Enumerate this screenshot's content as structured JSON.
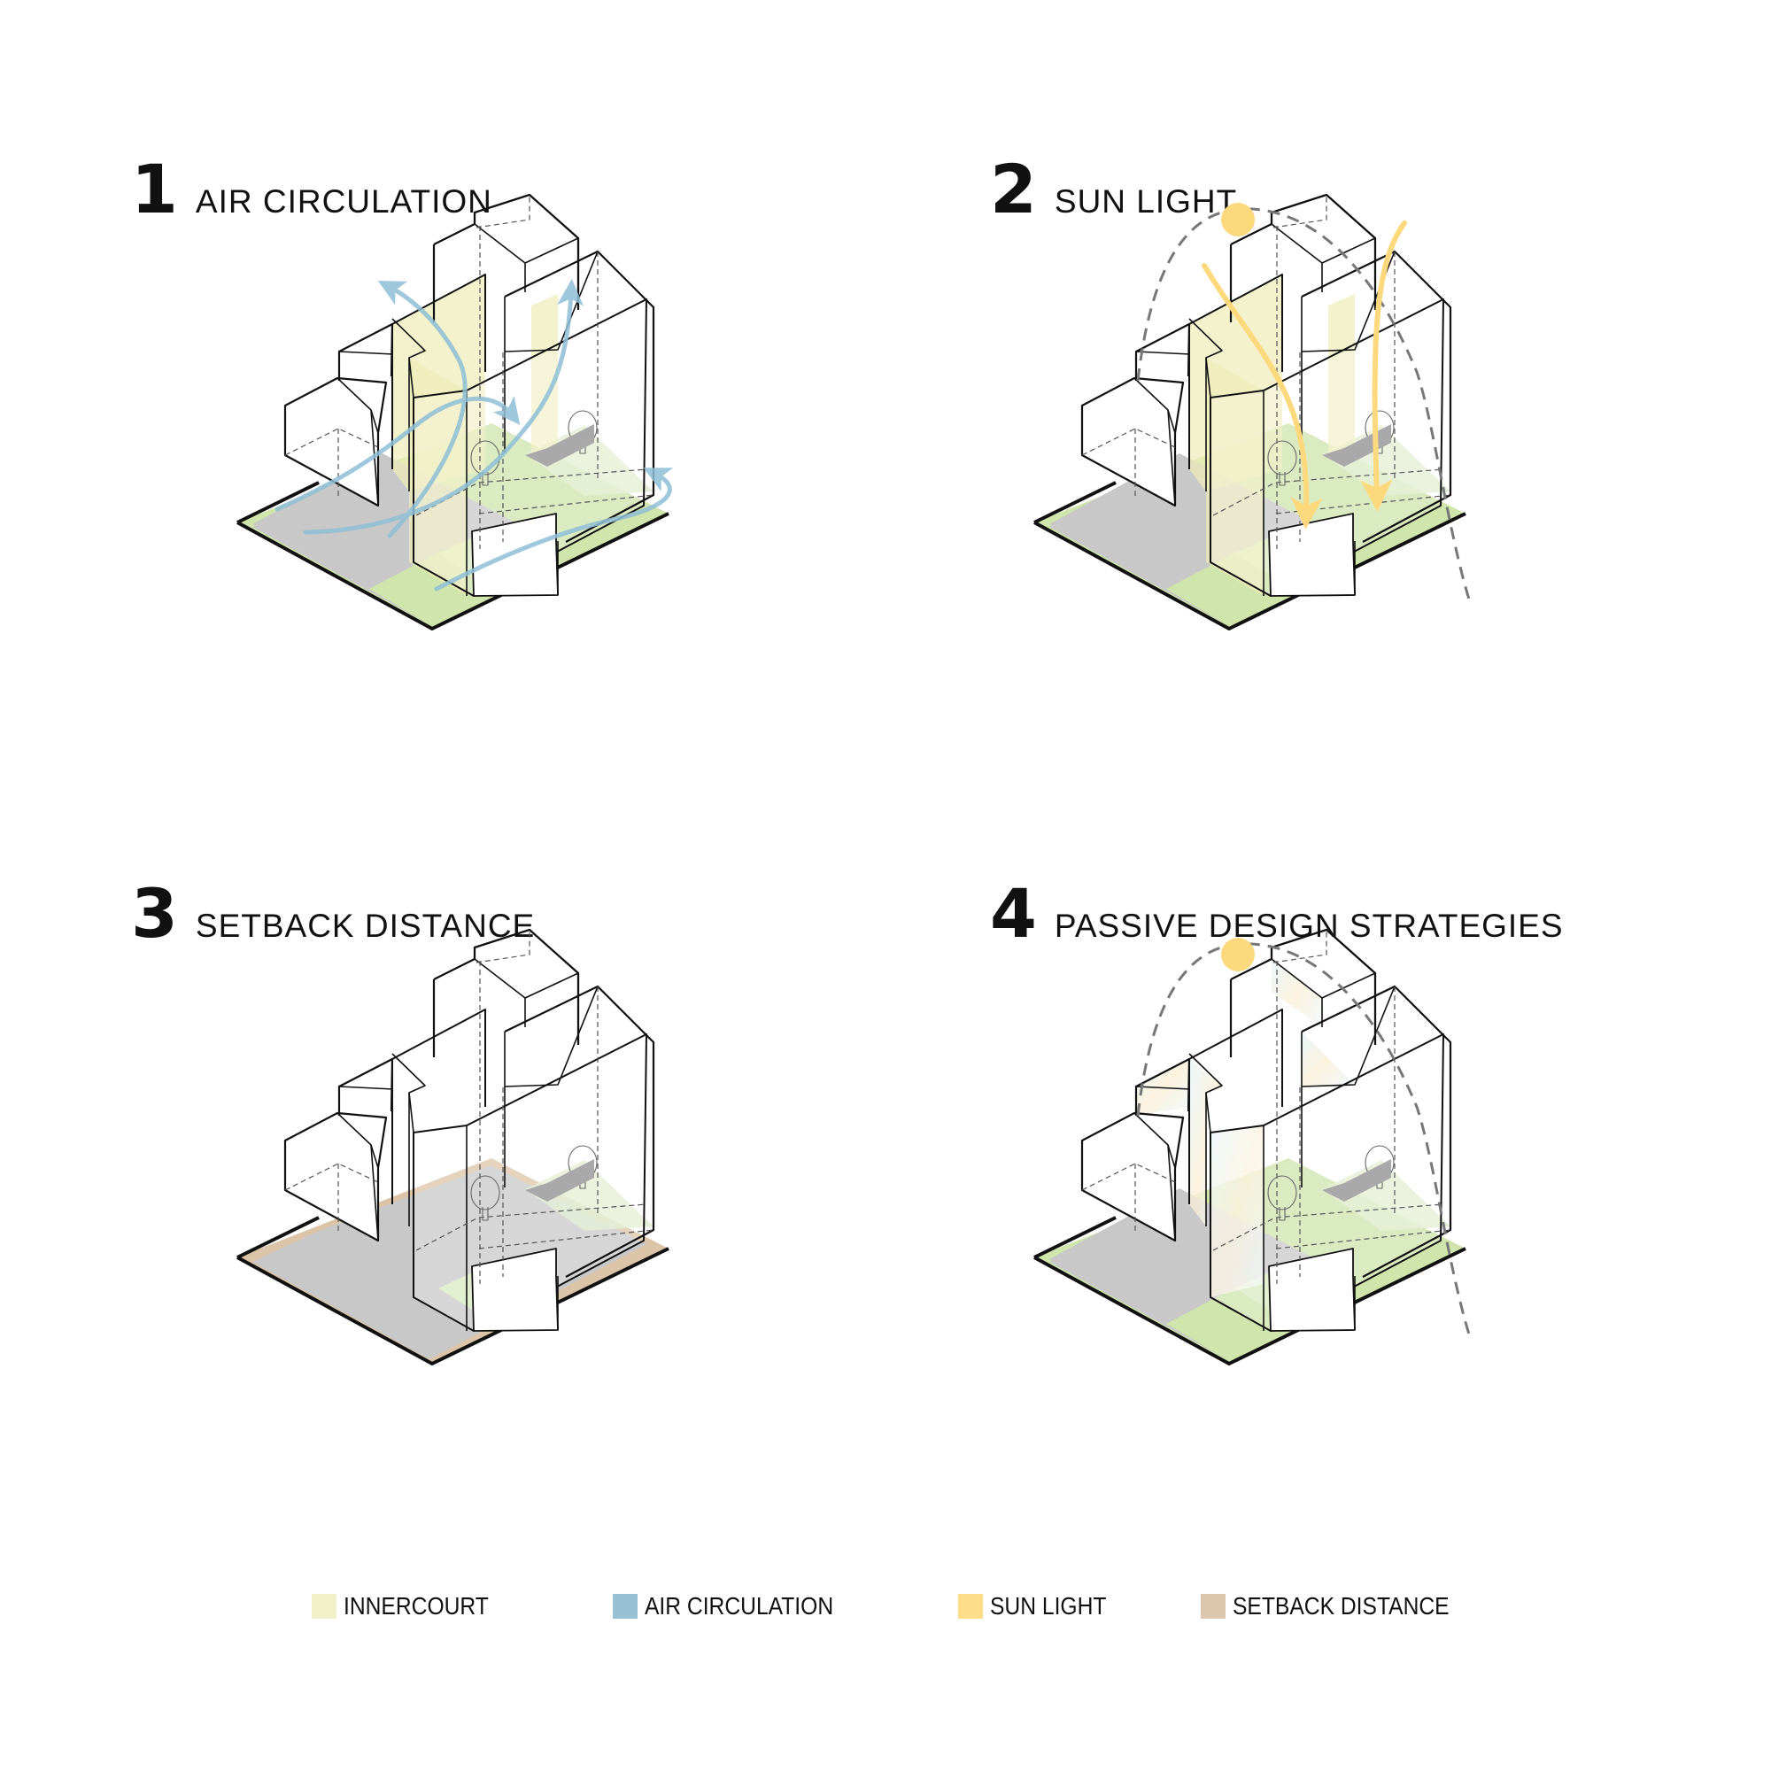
{
  "panels": [
    {
      "number": "1",
      "title": "AIR CIRCULATION"
    },
    {
      "number": "2",
      "title": "SUN LIGHT"
    },
    {
      "number": "3",
      "title": "SETBACK DISTANCE"
    },
    {
      "number": "4",
      "title": "PASSIVE DESIGN STRATEGIES"
    }
  ],
  "legend": [
    {
      "label": "INNERCOURT",
      "color": "#F2F0C9"
    },
    {
      "label": "AIR CIRCULATION",
      "color": "#98C2D4"
    },
    {
      "label": "SUN LIGHT",
      "color": "#FDDC8A"
    },
    {
      "label": "SETBACK DISTANCE",
      "color": "#DCC7AE"
    }
  ],
  "colors": {
    "grass": "#CFE5AC",
    "paving": "#C8C8C8",
    "planter": "#A9A9A9",
    "innercourt": "#EEEDB8",
    "air": "#8FBFD6",
    "sun": "#FDD97E",
    "setback": "#DCC4A8",
    "sun_path": "#777777",
    "line": "#111111"
  }
}
